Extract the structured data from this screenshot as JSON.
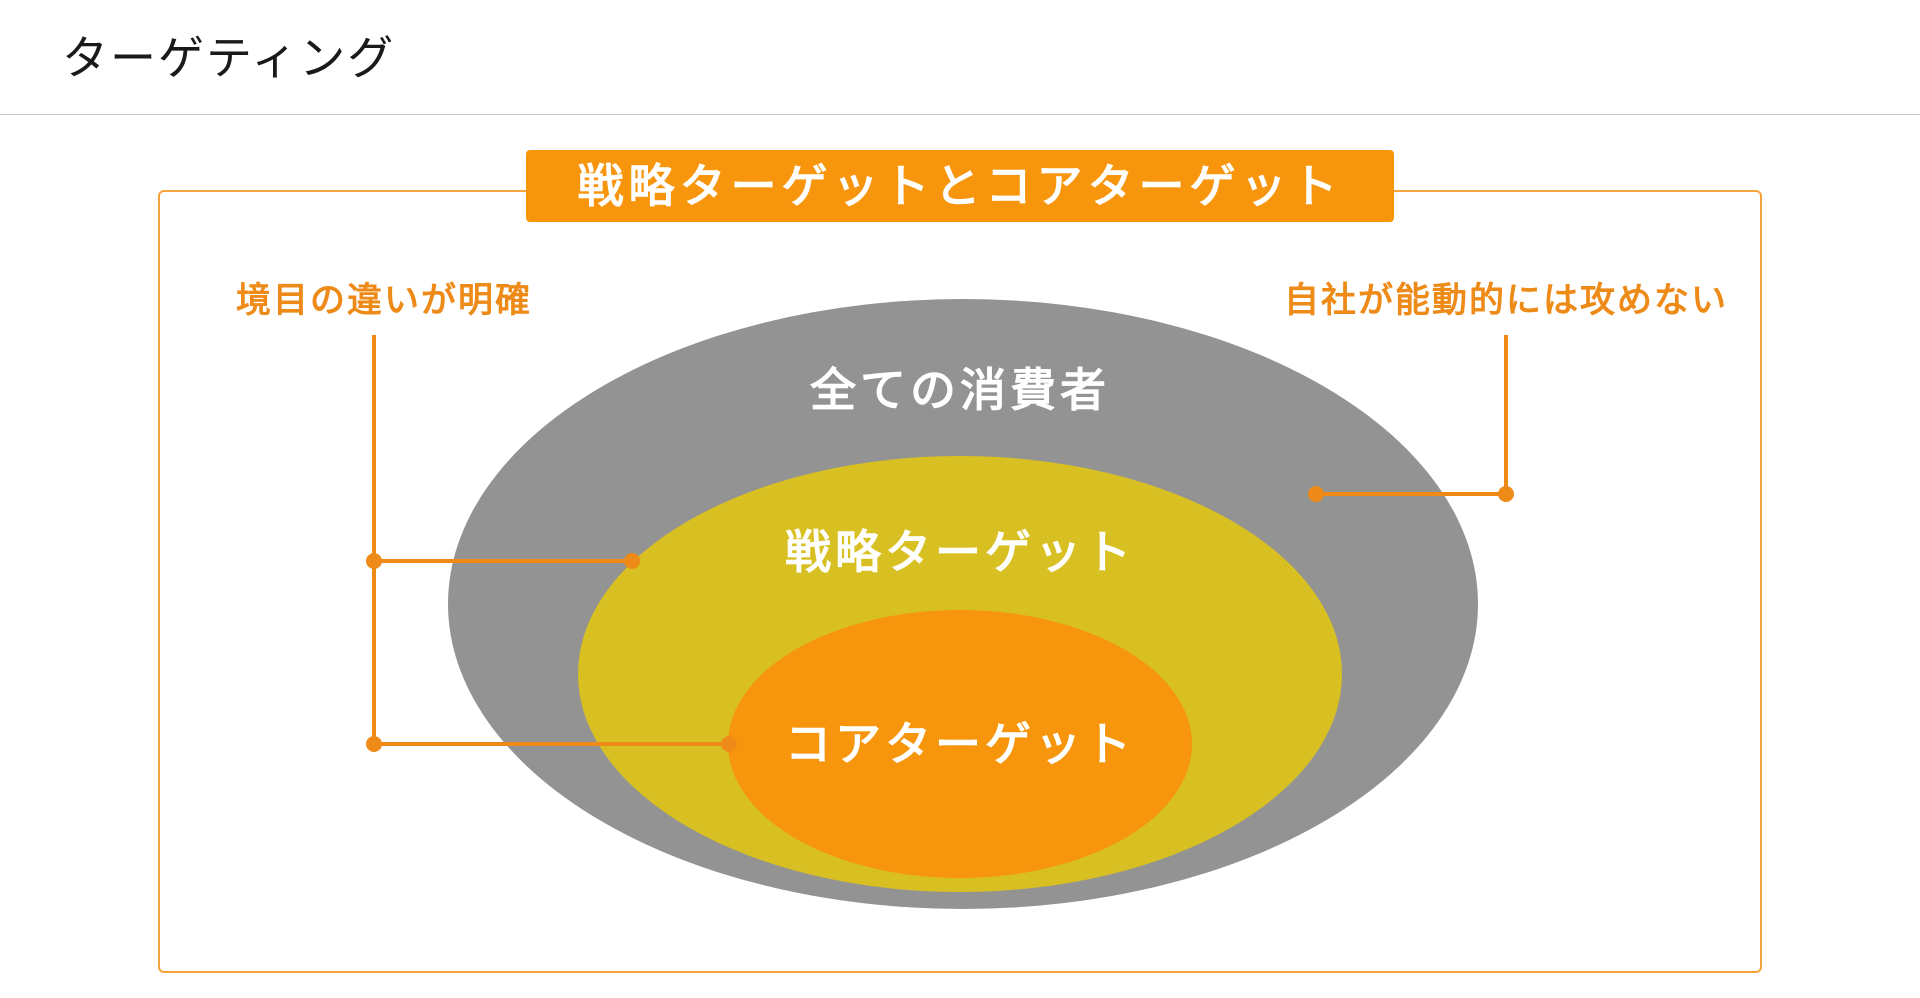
{
  "header": {
    "title": "ターゲティング"
  },
  "diagram": {
    "frame_title": "戦略ターゲットとコアターゲット",
    "ellipses": [
      {
        "key": "all",
        "label": "全ての消費者",
        "color": "#939393"
      },
      {
        "key": "strategic",
        "label": "戦略ターゲット",
        "color": "#d8c022"
      },
      {
        "key": "core",
        "label": "コアターゲット",
        "color": "#f7950c"
      }
    ],
    "callouts": {
      "left": "境目の違いが明確",
      "right": "自社が能動的には攻めない"
    },
    "accent_color": "#ee8a18"
  }
}
